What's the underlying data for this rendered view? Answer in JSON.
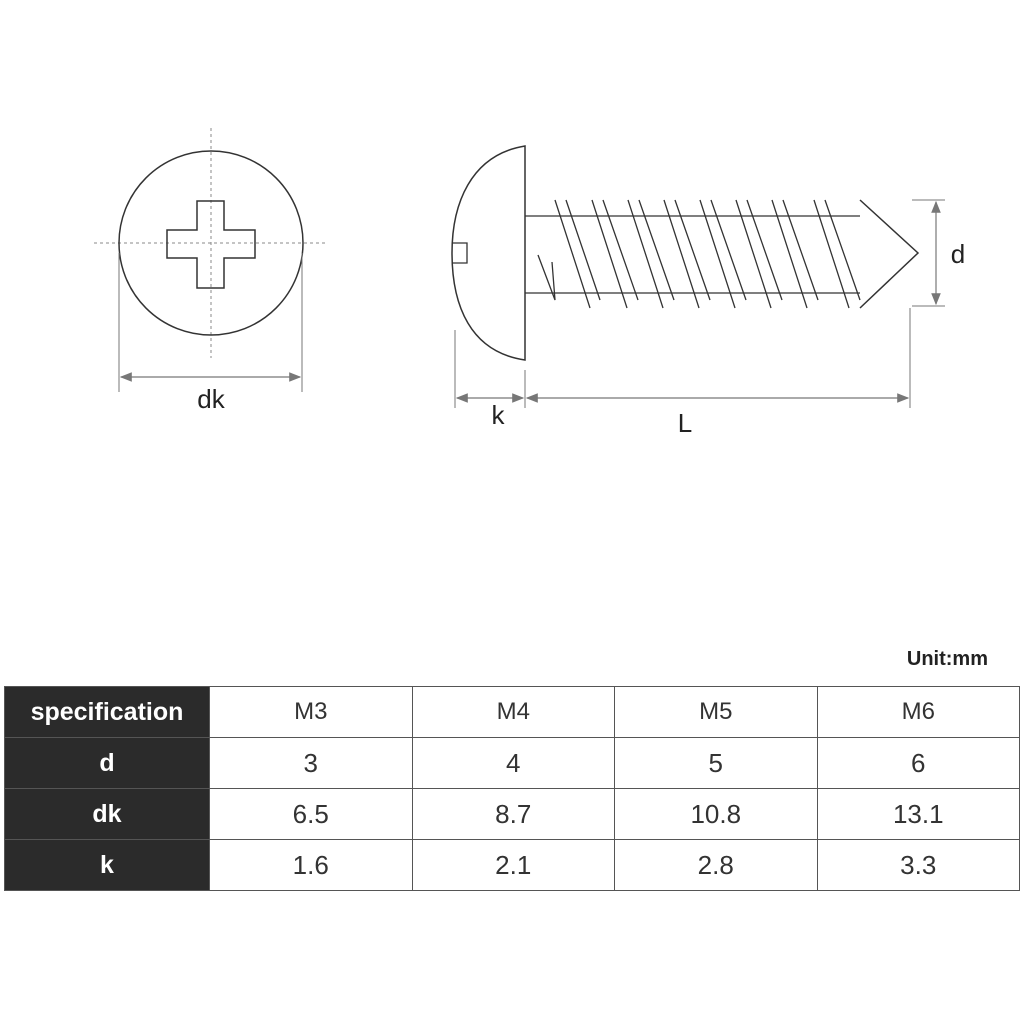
{
  "diagram": {
    "labels": {
      "dk": "dk",
      "k": "k",
      "L": "L",
      "d": "d"
    }
  },
  "unit_label": "Unit:mm",
  "table": {
    "rows": [
      {
        "header": "specification",
        "cells": [
          "M3",
          "M4",
          "M5",
          "M6"
        ]
      },
      {
        "header": "d",
        "cells": [
          "3",
          "4",
          "5",
          "6"
        ]
      },
      {
        "header": "dk",
        "cells": [
          "6.5",
          "8.7",
          "10.8",
          "13.1"
        ]
      },
      {
        "header": "k",
        "cells": [
          "1.6",
          "2.1",
          "2.8",
          "3.3"
        ]
      }
    ]
  }
}
